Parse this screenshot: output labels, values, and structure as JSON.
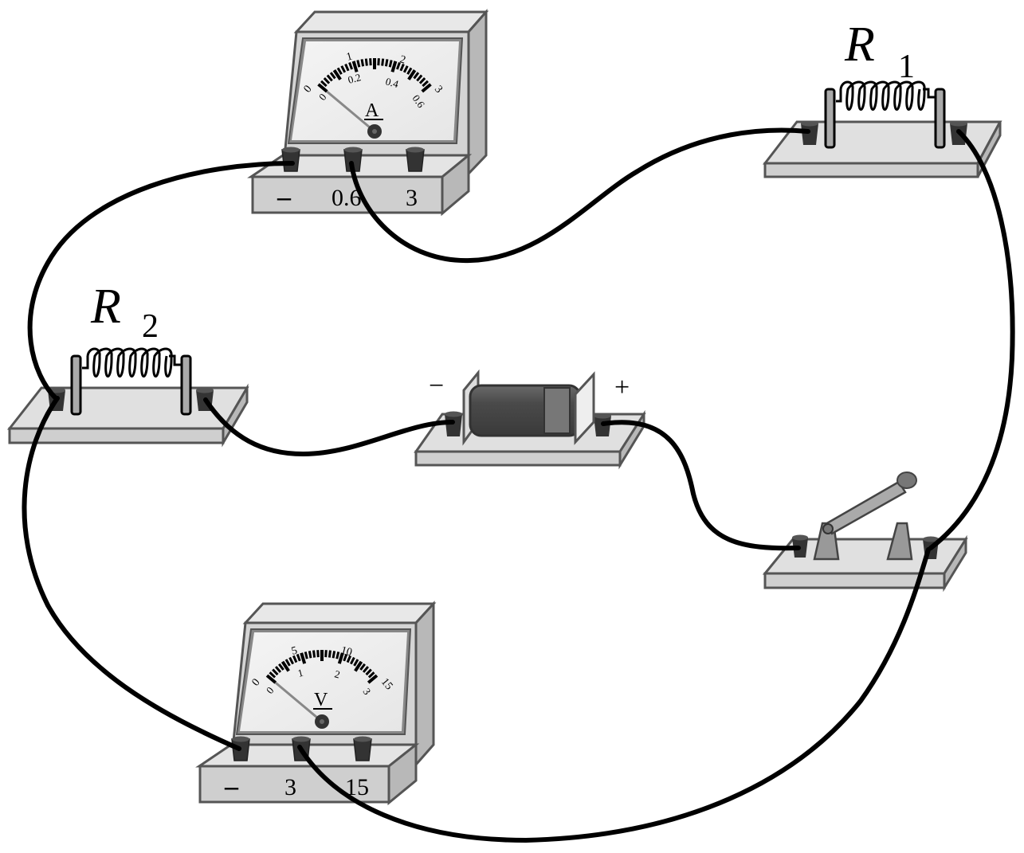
{
  "components": {
    "ammeter": {
      "symbol": "A",
      "terminals": [
        "–",
        "0.6",
        "3"
      ],
      "scale_top": [
        "0",
        "1",
        "2",
        "3"
      ],
      "scale_bottom": [
        "0",
        "0.2",
        "0.4",
        "0.6"
      ],
      "needle_reading_fraction": 0
    },
    "voltmeter": {
      "symbol": "V",
      "terminals": [
        "–",
        "3",
        "15"
      ],
      "scale_top": [
        "0",
        "5",
        "10",
        "15"
      ],
      "scale_bottom": [
        "0",
        "1",
        "2",
        "3"
      ],
      "needle_reading_fraction": 0
    },
    "resistor1": {
      "label": "R",
      "subscript": "1"
    },
    "resistor2": {
      "label": "R",
      "subscript": "2"
    },
    "battery": {
      "negative_label": "−",
      "positive_label": "+"
    },
    "switch": {
      "state": "open"
    }
  },
  "colors": {
    "wire": "#000000",
    "body_light": "#e0e0e0",
    "body_mid": "#c8c8c8",
    "body_dark": "#a8a8a8",
    "outline": "#555555",
    "terminal": "#333333",
    "battery_body": "#4a4a4a"
  }
}
